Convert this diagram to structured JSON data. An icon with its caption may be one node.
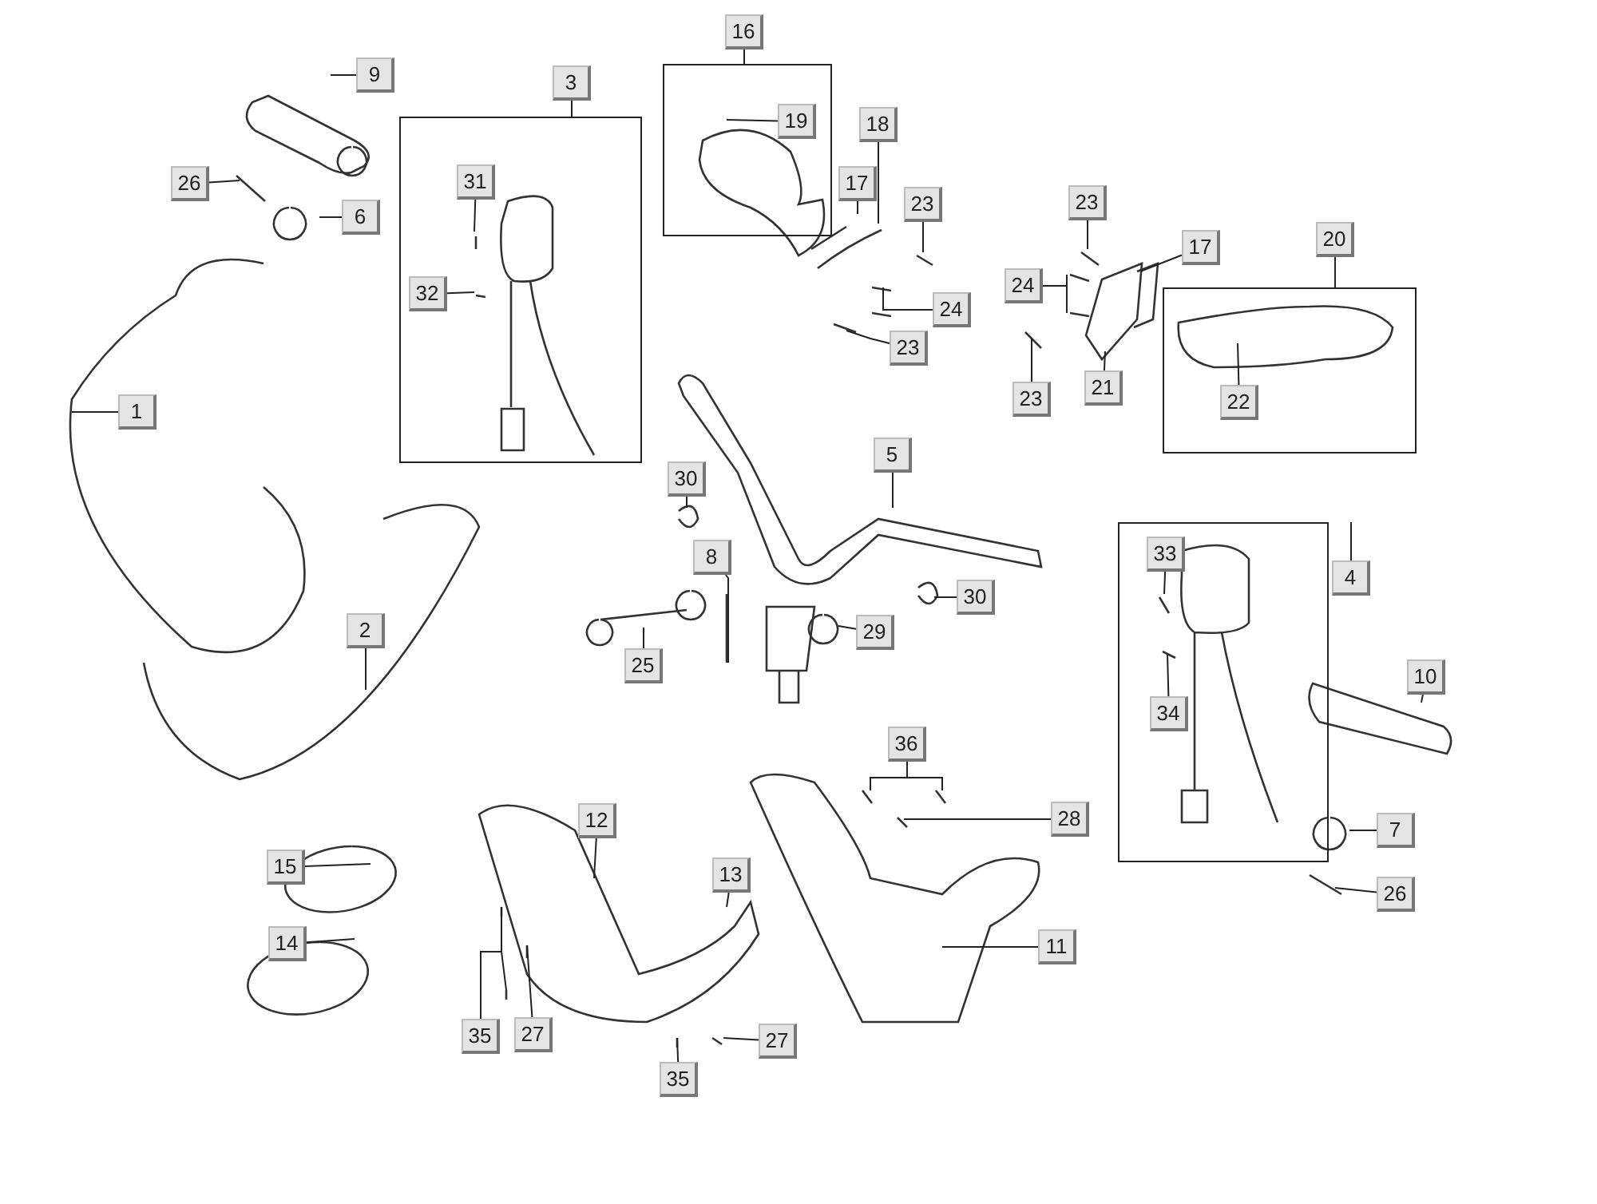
{
  "diagram": {
    "nodes": [
      {
        "text": [
          "9"
        ]
      },
      {
        "text": [
          "3"
        ]
      },
      {
        "text": [],
        "shape": "box"
      },
      {
        "text": [
          "31"
        ],
        "in": 2
      },
      {
        "text": [
          "32"
        ],
        "in": 2
      },
      {
        "text": [
          "16"
        ]
      },
      {
        "text": [],
        "shape": "box"
      },
      {
        "text": [
          "19"
        ],
        "in": 6
      },
      {
        "text": [
          "17"
        ]
      },
      {
        "text": [
          "18"
        ]
      },
      {
        "text": [
          "23"
        ]
      },
      {
        "text": [
          "24"
        ]
      },
      {
        "text": [
          "23"
        ]
      },
      {
        "text": [
          "23"
        ]
      },
      {
        "text": [
          "17"
        ]
      },
      {
        "text": [
          "24"
        ]
      },
      {
        "text": [
          "23"
        ]
      },
      {
        "text": [
          "21"
        ]
      },
      {
        "text": [
          "20"
        ]
      },
      {
        "text": [],
        "shape": "box"
      },
      {
        "text": [
          "22"
        ],
        "in": 19
      },
      {
        "text": [
          "26"
        ]
      },
      {
        "text": [
          "6"
        ]
      },
      {
        "text": [
          "1"
        ]
      },
      {
        "text": [
          "5"
        ]
      },
      {
        "text": [
          "30"
        ]
      },
      {
        "text": [
          "2"
        ]
      },
      {
        "text": [
          "8"
        ]
      },
      {
        "text": [
          "30"
        ]
      },
      {
        "text": [
          "4"
        ]
      },
      {
        "text": [],
        "shape": "box"
      },
      {
        "text": [
          "33"
        ],
        "in": 30
      },
      {
        "text": [
          "34"
        ],
        "in": 30
      },
      {
        "text": [
          "25"
        ]
      },
      {
        "text": [
          "29"
        ]
      },
      {
        "text": [
          "10"
        ]
      },
      {
        "text": [
          "36"
        ]
      },
      {
        "text": [
          "28"
        ]
      },
      {
        "text": [
          "7"
        ]
      },
      {
        "text": [
          "12"
        ]
      },
      {
        "text": [
          "15"
        ]
      },
      {
        "text": [
          "13"
        ]
      },
      {
        "text": [
          "26"
        ]
      },
      {
        "text": [
          "14"
        ]
      },
      {
        "text": [
          "11"
        ]
      },
      {
        "text": [
          "35"
        ]
      },
      {
        "text": [
          "27"
        ]
      },
      {
        "text": [
          "27"
        ]
      },
      {
        "text": [
          "35"
        ]
      }
    ],
    "edges": [
      {
        "from": 0,
        "to": null,
        "arrow": "none"
      },
      {
        "from": 1,
        "to": 2,
        "arrow": "none"
      },
      {
        "from": 3,
        "to": null,
        "arrow": "none"
      },
      {
        "from": 4,
        "to": null,
        "arrow": "none"
      },
      {
        "from": 5,
        "to": 6,
        "arrow": "none"
      },
      {
        "from": 7,
        "to": null,
        "arrow": "none"
      },
      {
        "from": 8,
        "to": null,
        "arrow": "none"
      },
      {
        "from": 9,
        "to": null,
        "arrow": "none"
      },
      {
        "from": 10,
        "to": null,
        "arrow": "none"
      },
      {
        "from": 11,
        "to": null,
        "arrow": "none"
      },
      {
        "from": 11,
        "to": null,
        "arrow": "none"
      },
      {
        "from": 12,
        "to": null,
        "arrow": "none"
      },
      {
        "from": 13,
        "to": null,
        "arrow": "none"
      },
      {
        "from": 14,
        "to": null,
        "arrow": "none"
      },
      {
        "from": 15,
        "to": null,
        "arrow": "none"
      },
      {
        "from": 15,
        "to": null,
        "arrow": "none"
      },
      {
        "from": 16,
        "to": null,
        "arrow": "none"
      },
      {
        "from": 17,
        "to": null,
        "arrow": "none"
      },
      {
        "from": 18,
        "to": 19,
        "arrow": "none"
      },
      {
        "from": 20,
        "to": null,
        "arrow": "none"
      },
      {
        "from": 21,
        "to": null,
        "arrow": "none"
      },
      {
        "from": 22,
        "to": null,
        "arrow": "none"
      },
      {
        "from": 23,
        "to": null,
        "arrow": "none"
      },
      {
        "from": 24,
        "to": null,
        "arrow": "none"
      },
      {
        "from": 25,
        "to": null,
        "arrow": "none"
      },
      {
        "from": 26,
        "to": null,
        "arrow": "none"
      },
      {
        "from": 27,
        "to": null,
        "arrow": "none"
      },
      {
        "from": 28,
        "to": null,
        "arrow": "none"
      },
      {
        "from": 29,
        "to": 30,
        "arrow": "none"
      },
      {
        "from": 31,
        "to": null,
        "arrow": "none"
      },
      {
        "from": 32,
        "to": null,
        "arrow": "none"
      },
      {
        "from": 33,
        "to": null,
        "arrow": "none"
      },
      {
        "from": 34,
        "to": null,
        "arrow": "none"
      },
      {
        "from": 35,
        "to": null,
        "arrow": "none"
      },
      {
        "from": 36,
        "to": null,
        "arrow": "none"
      },
      {
        "from": 36,
        "to": null,
        "arrow": "none"
      },
      {
        "from": 37,
        "to": null,
        "arrow": "none"
      },
      {
        "from": 38,
        "to": null,
        "arrow": "none"
      },
      {
        "from": 39,
        "to": null,
        "arrow": "none"
      },
      {
        "from": 40,
        "to": null,
        "arrow": "none"
      },
      {
        "from": 41,
        "to": null,
        "arrow": "none"
      },
      {
        "from": 42,
        "to": null,
        "arrow": "none"
      },
      {
        "from": 43,
        "to": null,
        "arrow": "none"
      },
      {
        "from": 44,
        "to": null,
        "arrow": "none"
      },
      {
        "from": 45,
        "to": null,
        "arrow": "none"
      },
      {
        "from": 45,
        "to": null,
        "arrow": "none"
      },
      {
        "from": 46,
        "to": null,
        "arrow": "none"
      },
      {
        "from": 47,
        "to": null,
        "arrow": "none"
      },
      {
        "from": 48,
        "to": null,
        "arrow": "none"
      }
    ]
  }
}
